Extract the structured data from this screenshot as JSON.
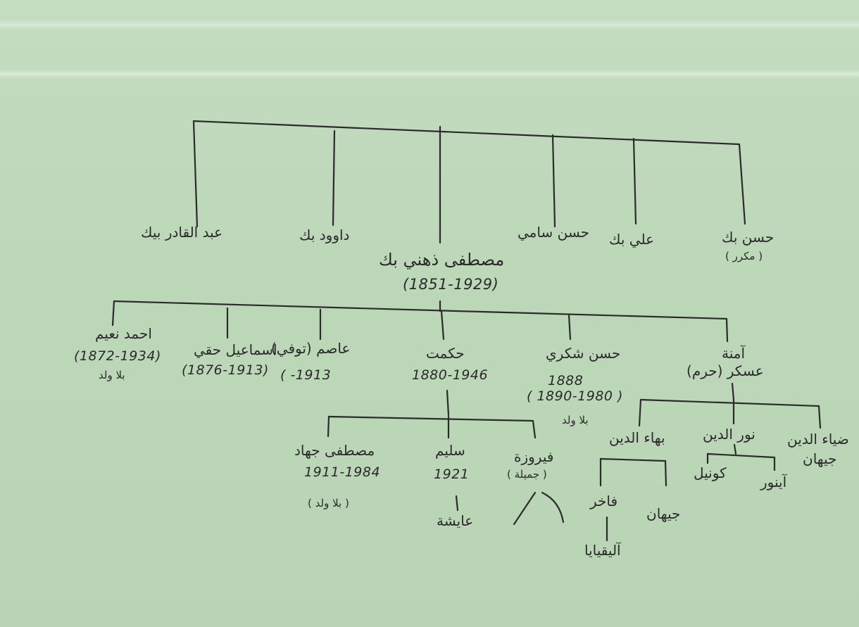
{
  "top_row": {
    "abd_al_qadir": "عبد القادر بيك",
    "dawud": "داوود بك",
    "hasan_sami": "حسن سامي",
    "ali": "علي بك",
    "hasan": "حسن بك",
    "hasan_note": "( مكرر )"
  },
  "center": {
    "name": "مصطفى ذهني بك",
    "dates": "(1851-1929)"
  },
  "second_row": {
    "ahmad_name": "احمد نعيم",
    "ahmad_dates": "(1872-1934)",
    "ahmad_note": "بلا ولد",
    "ismail_name": "اسماعيل حقي",
    "ismail_dates": "(1876-1913)",
    "asim_name": "عاصم (توفي)",
    "asim_dates": "(     -1913",
    "hikmat_name": "حكمت",
    "hikmat_dates": "1880-1946",
    "shukri_name": "حسن شكري",
    "shukri_dates_1": "1888",
    "shukri_dates_2": "( 1890-1980 )",
    "shukri_note": "بلا ولد",
    "amina_name": "آمنة",
    "amina_note": "(حرم) عسكر"
  },
  "hikmat_children": {
    "mustafa_name": "مصطفى جهاد",
    "mustafa_dates": "1911-1984",
    "mustafa_note": "( بلا ولد )",
    "salim_name": "سليم",
    "salim_dates": "1921",
    "aisha": "عايشة",
    "fayruza_name": "فيروزة",
    "fayruza_note": "( جميلة )"
  },
  "amina_children": {
    "baha_name": "بهاء الدين",
    "nur_name": "نور الدين",
    "diya_name": "ضياء الدين",
    "diya_child": "جيهان",
    "kawnal": "كونيل",
    "aynur": "آينور",
    "fakhir": "فاخر",
    "jihan": "جيهان",
    "alya": "آليقيايا"
  }
}
